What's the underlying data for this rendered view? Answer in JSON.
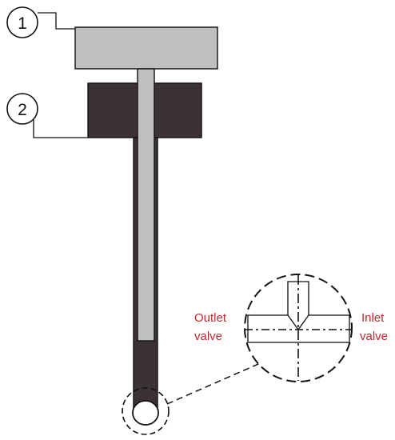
{
  "callouts": [
    {
      "number": "1"
    },
    {
      "number": "2"
    }
  ],
  "labels": {
    "outlet": {
      "line1": "Outlet",
      "line2": "valve"
    },
    "inlet": {
      "line1": "Inlet",
      "line2": "valve"
    }
  },
  "colors": {
    "light_part": "#bfbfbf",
    "dark_part": "#3b3333",
    "outline": "#111111",
    "label_red": "#c0282d"
  }
}
